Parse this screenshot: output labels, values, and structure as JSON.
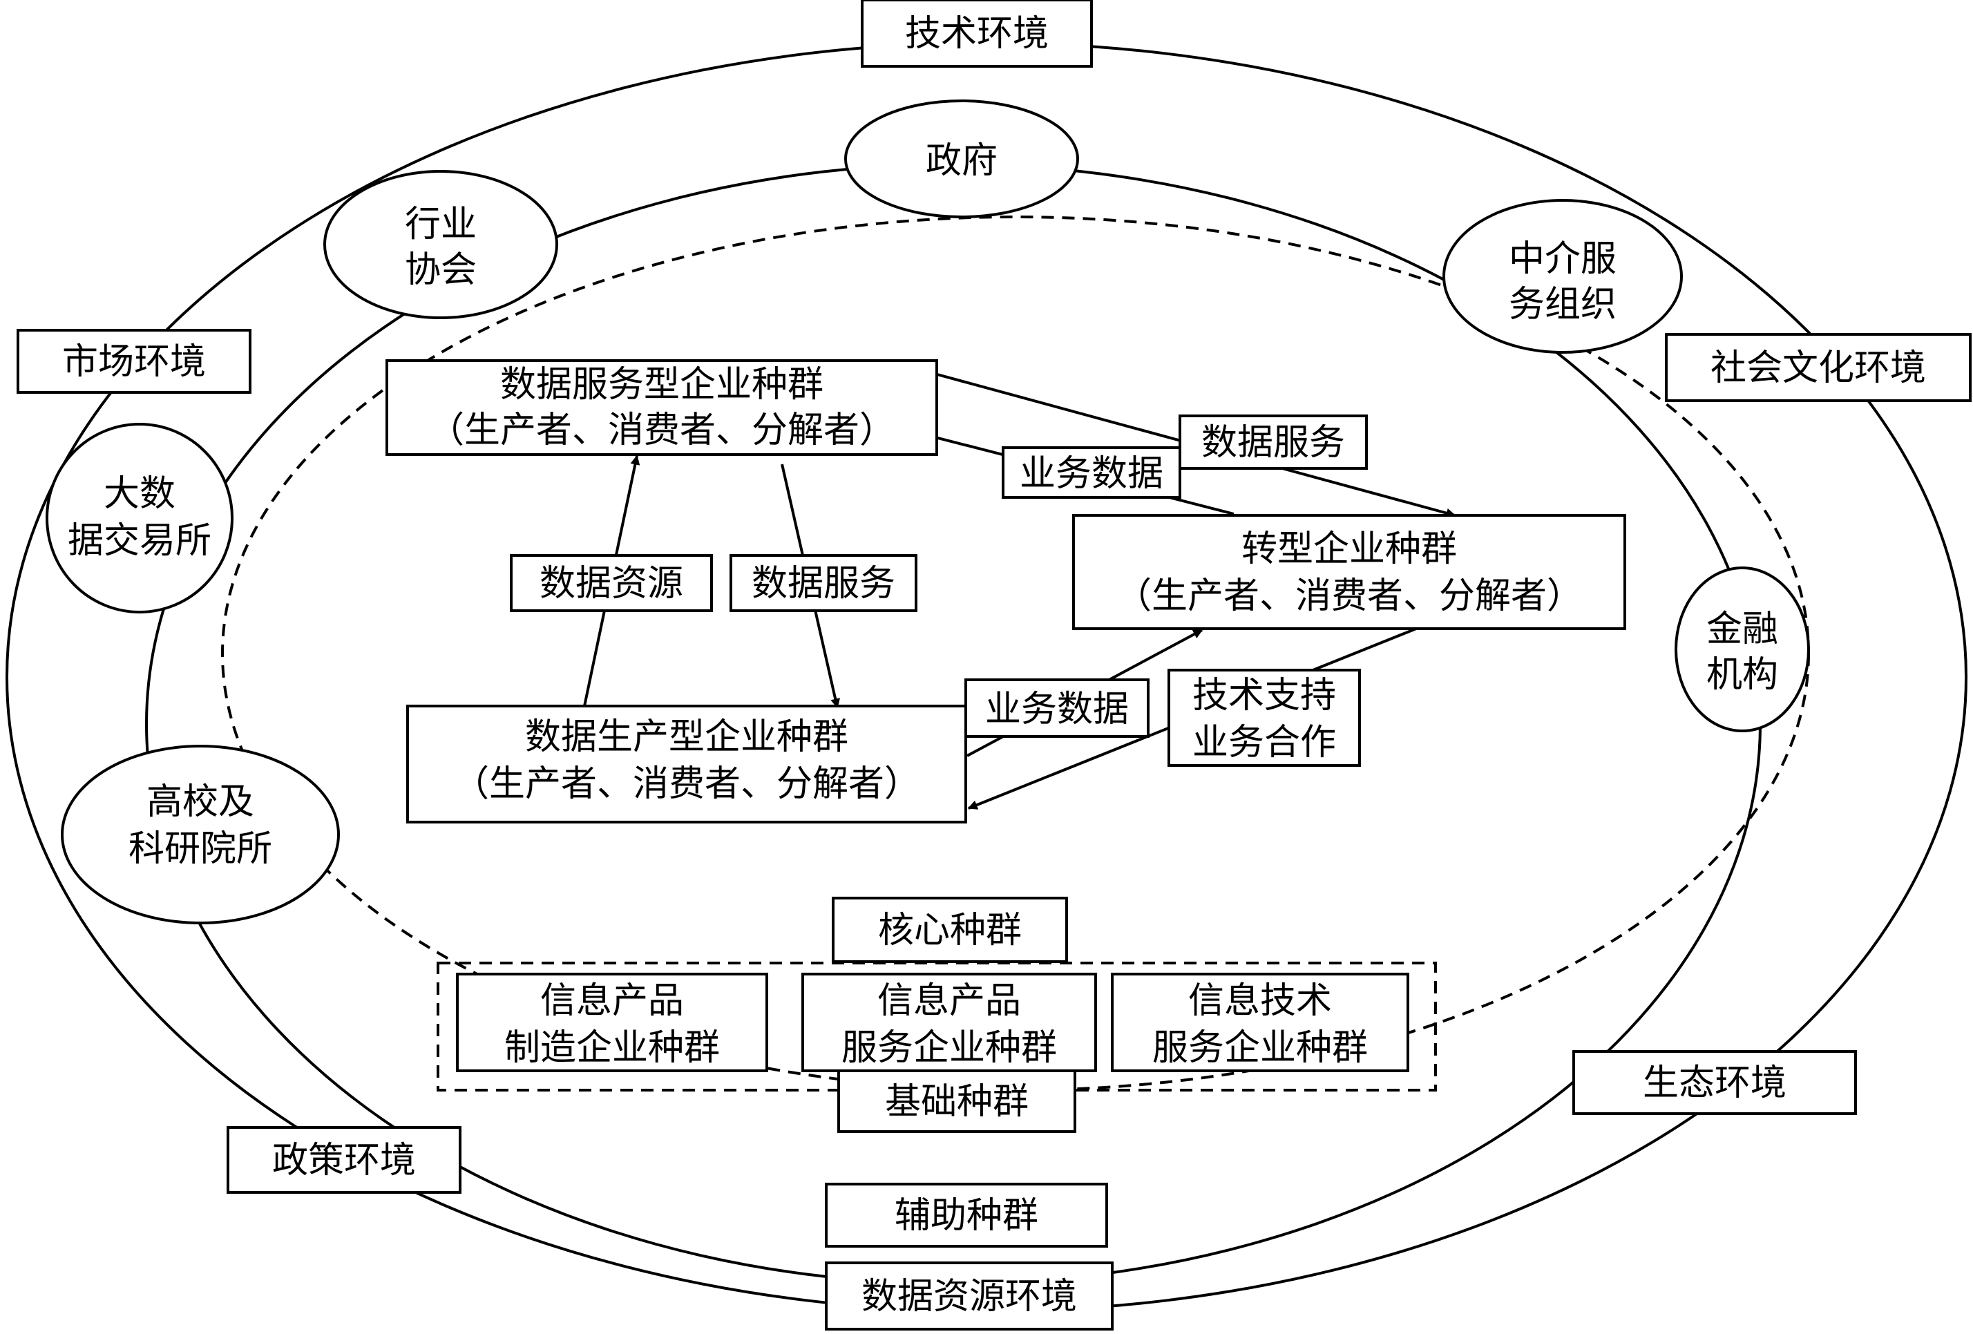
{
  "environments": {
    "technology": "技术环境",
    "market": "市场环境",
    "social_culture": "社会文化环境",
    "ecology": "生态环境",
    "policy": "政策环境",
    "data_resource": "数据资源环境"
  },
  "auxiliary": {
    "label": "辅助种群",
    "government": "政府",
    "industry_assoc": [
      "行业",
      "协会"
    ],
    "intermediary": [
      "中介服",
      "务组织"
    ],
    "bigdata_exchange": [
      "大数",
      "据交易所"
    ],
    "finance": [
      "金融",
      "机构"
    ],
    "university": [
      "高校及",
      "科研院所"
    ]
  },
  "core": {
    "label": "核心种群",
    "service_pop": {
      "title": "数据服务型企业种群",
      "roles": "（生产者、消费者、分解者）"
    },
    "transform_pop": {
      "title": "转型企业种群",
      "roles": "（生产者、消费者、分解者）"
    },
    "production_pop": {
      "title": "数据生产型企业种群",
      "roles": "（生产者、消费者、分解者）"
    }
  },
  "flows": {
    "data_service_1": "数据服务",
    "business_data_1": "业务数据",
    "data_resource": "数据资源",
    "data_service_2": "数据服务",
    "business_data_2": "业务数据",
    "tech_support": [
      "技术支持",
      "业务合作"
    ]
  },
  "base": {
    "label": "基础种群",
    "info_product_mfg": [
      "信息产品",
      "制造企业种群"
    ],
    "info_product_svc": [
      "信息产品",
      "服务企业种群"
    ],
    "info_tech_svc": [
      "信息技术",
      "服务企业种群"
    ]
  }
}
